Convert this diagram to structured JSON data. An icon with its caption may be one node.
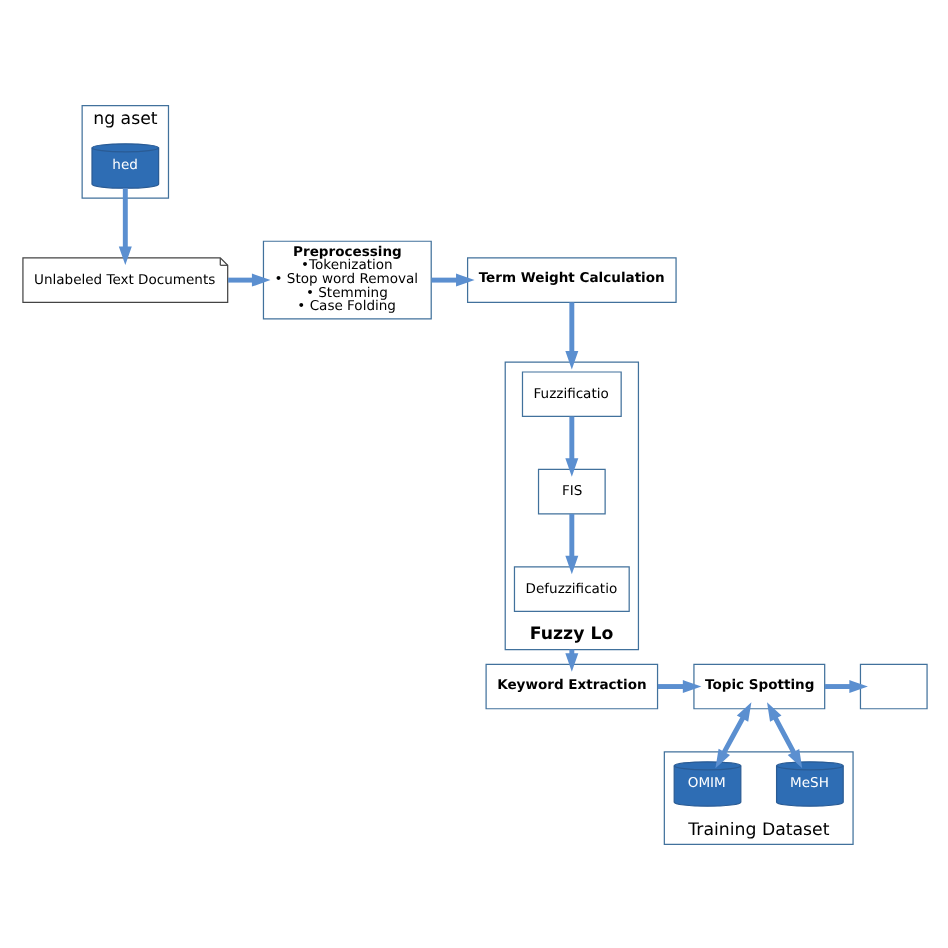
{
  "diagram": {
    "nodes": [
      {
        "text": [
          "ng aset"
        ]
      },
      {
        "text": [
          "hed"
        ],
        "in": 0
      },
      {
        "text": [
          "Unlabeled Text Documents"
        ]
      },
      {
        "text": [
          "Preprocessing",
          "•Tokenization",
          "• Stop word Removal",
          "• Stemming",
          "• Case Folding"
        ]
      },
      {
        "text": [
          "Term Weight Calculation"
        ]
      },
      {
        "text": [
          "Fuzzy Lo"
        ]
      },
      {
        "text": [
          "Fuzzificatio"
        ],
        "in": 5
      },
      {
        "text": [
          "FIS"
        ],
        "in": 5
      },
      {
        "text": [
          "Defuzzificatio"
        ],
        "in": 5
      },
      {
        "text": [
          "Keyword Extraction"
        ]
      },
      {
        "text": [
          "Topic Spotting"
        ]
      },
      {
        "text": [],
        "shape": "box"
      },
      {
        "text": [
          "Training Dataset"
        ]
      },
      {
        "text": [
          "MeSH"
        ],
        "in": 12
      },
      {
        "text": [
          "OMIM"
        ],
        "in": 12
      }
    ],
    "edges": [
      {
        "from": 1,
        "to": 2,
        "arrow": "to"
      },
      {
        "from": 2,
        "to": 3,
        "arrow": "to"
      },
      {
        "from": 3,
        "to": 4,
        "arrow": "to"
      },
      {
        "from": 4,
        "to": 5,
        "arrow": "to"
      },
      {
        "from": 6,
        "to": 7,
        "arrow": "to"
      },
      {
        "from": 7,
        "to": 8,
        "arrow": "to"
      },
      {
        "from": 5,
        "to": 9,
        "arrow": "to"
      },
      {
        "from": 9,
        "to": 10,
        "arrow": "to"
      },
      {
        "from": 10,
        "to": 11,
        "arrow": "to"
      },
      {
        "from": 10,
        "to": 13,
        "arrow": "both"
      },
      {
        "from": 10,
        "to": 14,
        "arrow": "both"
      }
    ]
  }
}
